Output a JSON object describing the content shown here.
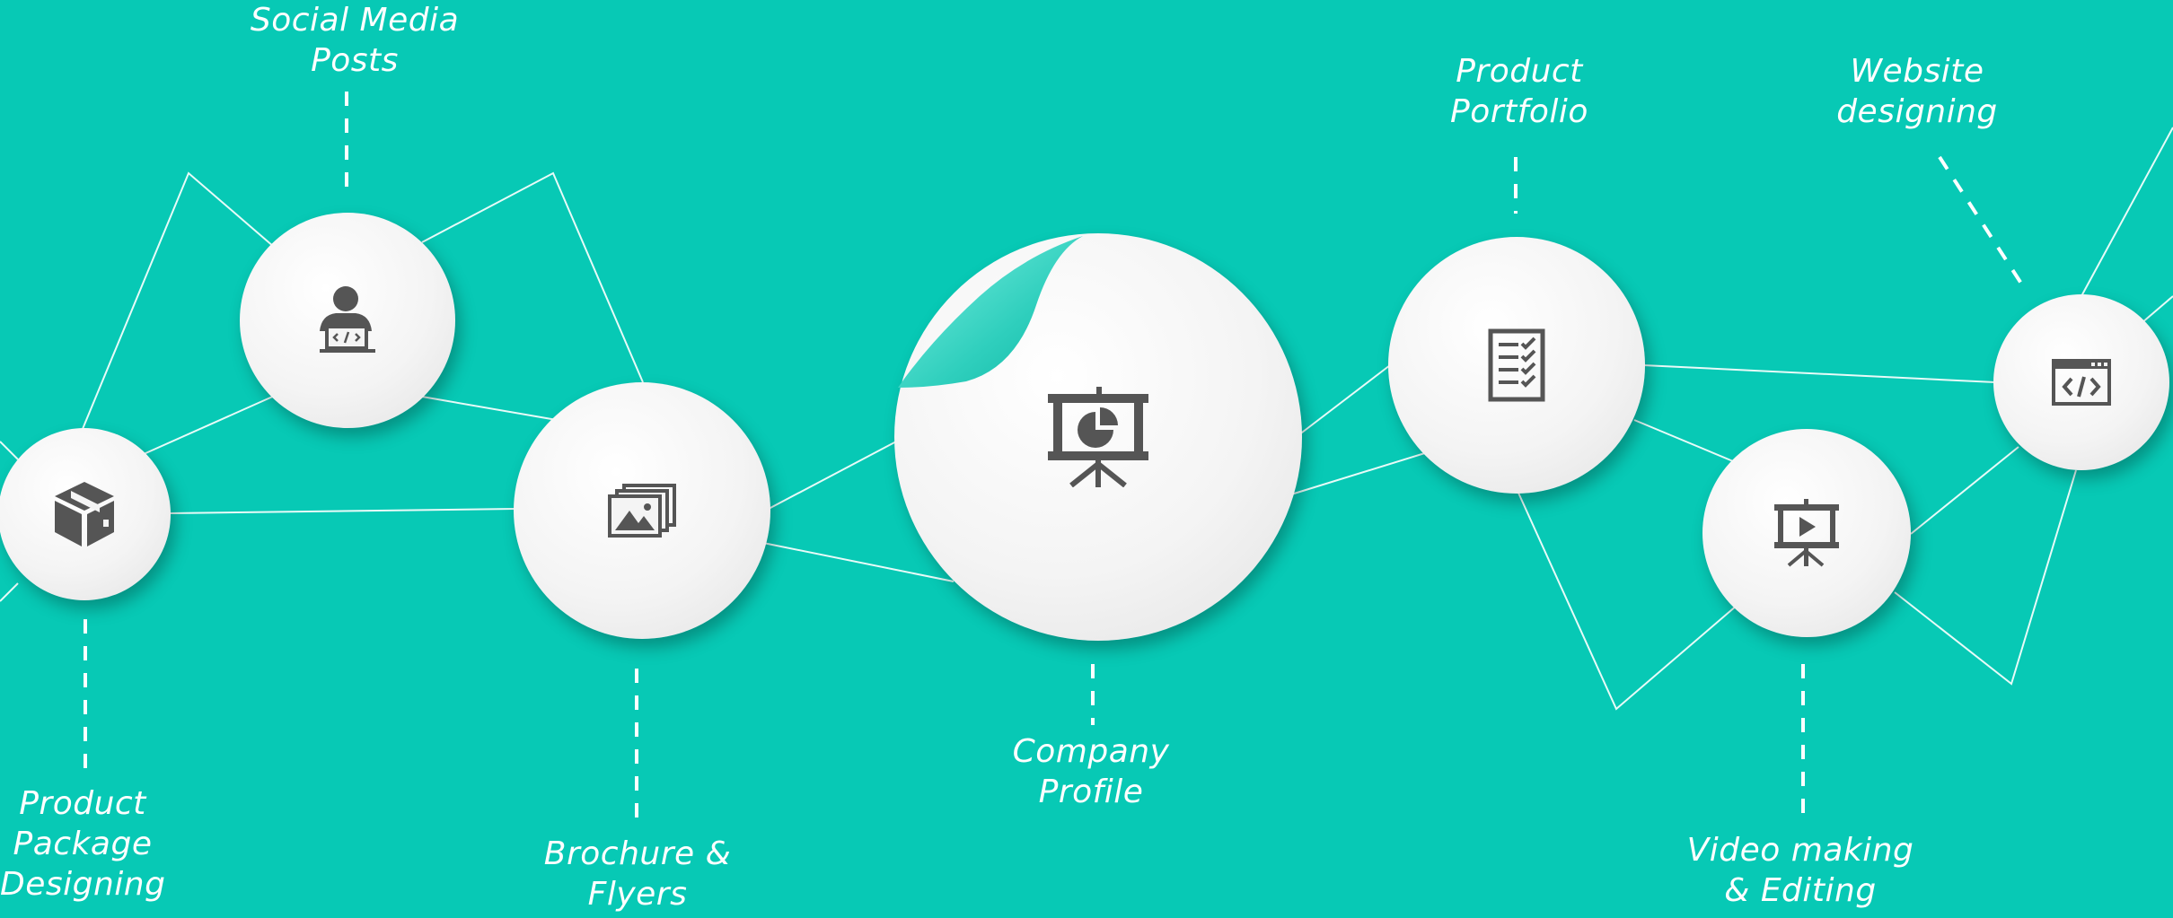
{
  "theme": {
    "background": "#07c9b5",
    "icon_color": "#555555",
    "label_color": "#ffffff"
  },
  "services": {
    "package": {
      "label": "Product\nPackage\nDesigning",
      "icon": "box-icon"
    },
    "social": {
      "label": "Social Media\nPosts",
      "icon": "developer-laptop-icon"
    },
    "brochure": {
      "label": "Brochure &\nFlyers",
      "icon": "images-icon"
    },
    "company": {
      "label": "Company\nProfile",
      "icon": "presentation-pie-chart-icon"
    },
    "portfolio": {
      "label": "Product\nPortfolio",
      "icon": "checklist-icon"
    },
    "video": {
      "label": "Video making\n& Editing",
      "icon": "presentation-play-icon"
    },
    "website": {
      "label": "Website\ndesigning",
      "icon": "code-window-icon"
    }
  }
}
